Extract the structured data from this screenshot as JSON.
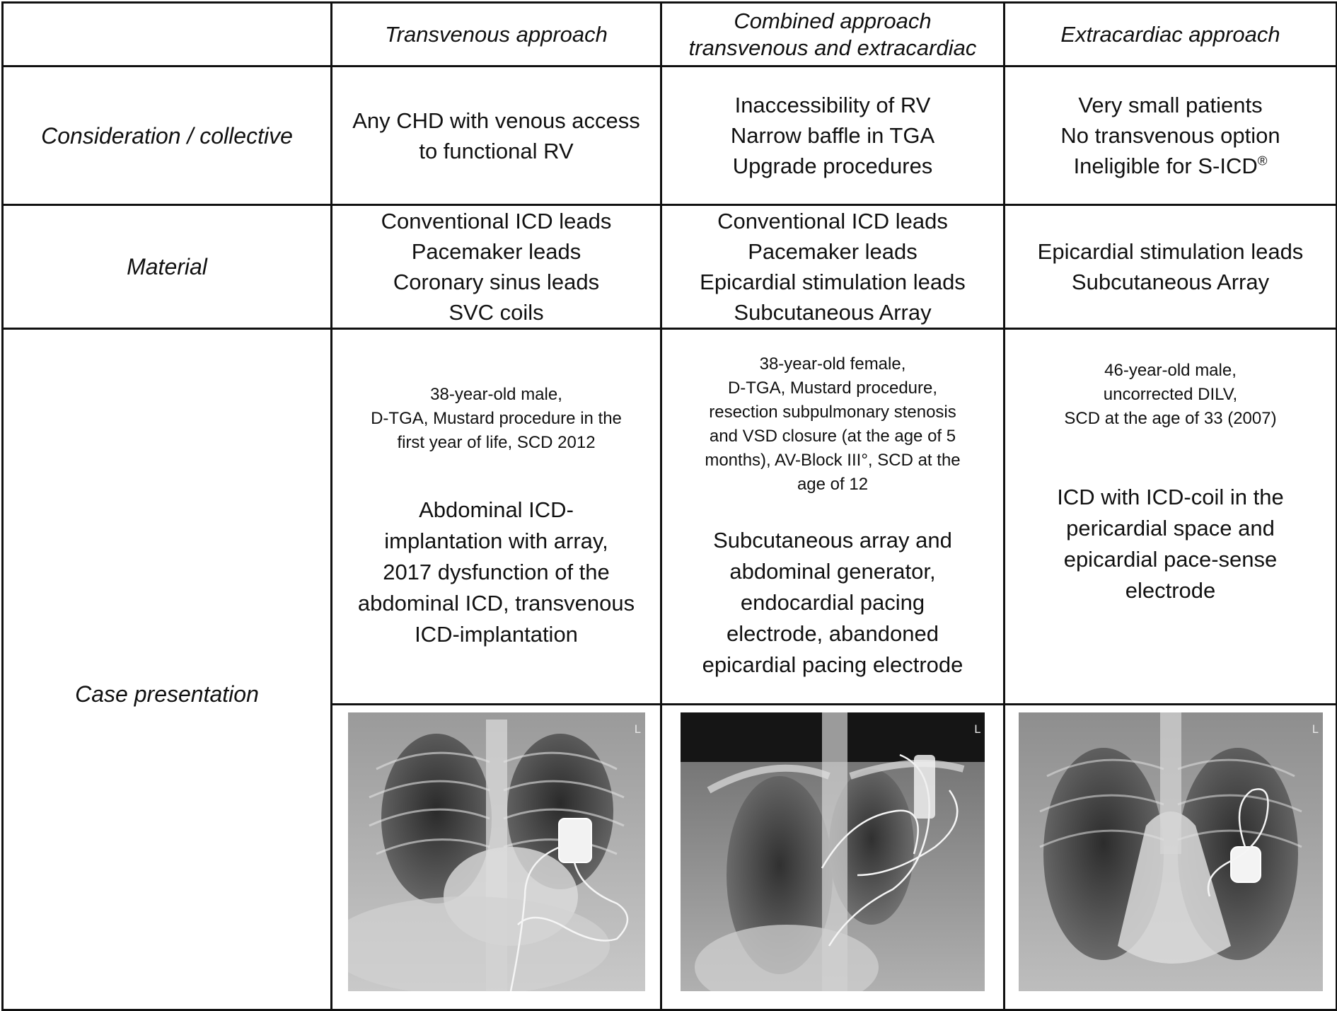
{
  "columns": {
    "transvenous": "Transvenous approach",
    "combined_line1": "Combined approach",
    "combined_line2": "transvenous and extracardiac",
    "extracardiac": "Extracardiac approach"
  },
  "rows": {
    "consideration": {
      "label": "Consideration / collective",
      "transvenous": [
        "Any CHD with venous access",
        "to functional RV"
      ],
      "combined": [
        "Inaccessibility of RV",
        "Narrow baffle in TGA",
        "Upgrade procedures"
      ],
      "extracardiac": [
        "Very small patients",
        "No transvenous option",
        "Ineligible for S-ICD"
      ],
      "extracardiac_reg_mark": "®"
    },
    "material": {
      "label": "Material",
      "transvenous": [
        "Conventional ICD leads",
        "Pacemaker leads",
        "Coronary sinus leads",
        "SVC coils"
      ],
      "combined": [
        "Conventional ICD leads",
        "Pacemaker leads",
        "Epicardial stimulation leads",
        "Subcutaneous Array"
      ],
      "extracardiac": [
        "Epicardial stimulation leads",
        "Subcutaneous Array"
      ]
    },
    "case": {
      "label": "Case presentation",
      "transvenous": {
        "history": [
          "38-year-old male,",
          "D-TGA, Mustard procedure  in the",
          "first year of life, SCD 2012"
        ],
        "procedure": [
          "Abdominal ICD-",
          "implantation with array,",
          "2017 dysfunction of the",
          "abdominal ICD, transvenous",
          "ICD-implantation"
        ]
      },
      "combined": {
        "history": [
          "38-year-old female,",
          "D-TGA, Mustard procedure,",
          "resection subpulmonary  stenosis",
          "and VSD closure (at the age of 5",
          "months),  AV-Block III°, SCD at the",
          "age of 12"
        ],
        "procedure": [
          "Subcutaneous array and",
          "abdominal generator,",
          "endocardial pacing",
          "electrode, abandoned",
          "epicardial pacing electrode"
        ]
      },
      "extracardiac": {
        "history": [
          "46-year-old male,",
          "uncorrected DILV,",
          "SCD at the age of 33 (2007)"
        ],
        "procedure": [
          "ICD with ICD-coil in the",
          "pericardial space and",
          "epicardial pace-sense",
          "electrode"
        ]
      }
    }
  },
  "images": {
    "transvenous_tag": "L",
    "combined_tag": "L",
    "extracardiac_tag": "L"
  }
}
